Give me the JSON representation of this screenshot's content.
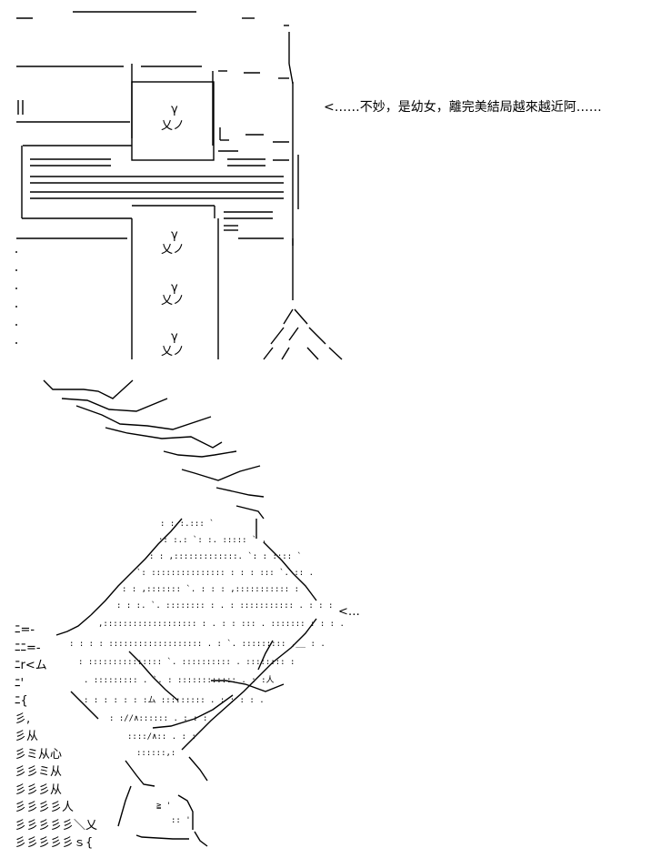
{
  "panel_top": {
    "dialogue": "<……不妙，是幼女，離完美結局越來越近阿……",
    "glyphs": [
      "γ",
      "乂ノ"
    ]
  },
  "panel_bottom": {
    "sfx": "<…",
    "side_lines": [
      "ﾆ=-",
      "ﾆﾆ=-",
      "ﾆr<ム",
      "ﾆ'",
      "ﾆ{",
      "彡,",
      "彡从",
      "彡ミ从心",
      "彡彡ミ从",
      "彡彡彡从",
      "彡彡彡彡人",
      "彡彡彡彡彡＼乂",
      "彡彡彡彡彡ｓ{"
    ]
  }
}
